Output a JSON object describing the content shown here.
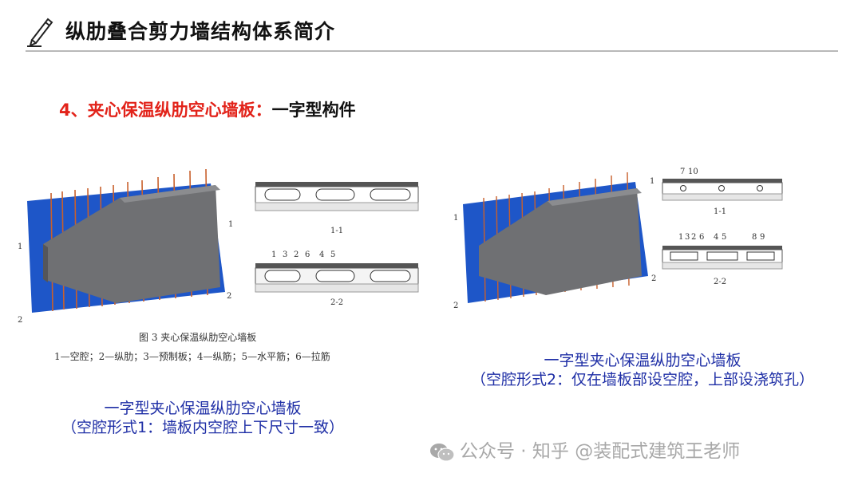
{
  "header": {
    "title": "纵肋叠合剪力墙结构体系简介",
    "icon": "pencil-icon"
  },
  "section": {
    "number_and_title": "4、夹心保温纵肋空心墙板：",
    "subtitle": "一字型构件"
  },
  "figure_left": {
    "section_labels": [
      "1",
      "1",
      "2",
      "2"
    ],
    "detail_label_1": "1-1",
    "detail_label_2": "2-2",
    "detail_numbers": [
      "1",
      "3",
      "2",
      "6",
      "4",
      "5"
    ],
    "title": "图 3 夹心保温纵肋空心墙板",
    "legend": "1—空腔；2—纵肋；3—预制板；4—纵筋；5—水平筋；6—拉筋"
  },
  "figure_right": {
    "section_labels": [
      "1",
      "1",
      "2",
      "2"
    ],
    "detail_label_1": "1-1",
    "detail_label_2": "2-2",
    "detail_numbers_top": [
      "7",
      "10"
    ],
    "detail_numbers_bottom": [
      "1",
      "3",
      "2",
      "6",
      "4",
      "5",
      "8",
      "9"
    ]
  },
  "caption_left": {
    "line1": "一字型夹心保温纵肋空心墙板",
    "line2": "（空腔形式1：墙板内空腔上下尺寸一致）"
  },
  "caption_right": {
    "line1": "一字型夹心保温纵肋空心墙板",
    "line2": "（空腔形式2：仅在墙板部设空腔，上部设浇筑孔）"
  },
  "watermark": {
    "text": "公众号 · 知乎 @装配式建筑王老师",
    "icon": "wechat-icon"
  },
  "colors": {
    "accent_red": "#e2231a",
    "caption_blue": "#1f2fa6",
    "insulation_blue": "#1e56c8",
    "concrete_gray": "#6f7073"
  }
}
